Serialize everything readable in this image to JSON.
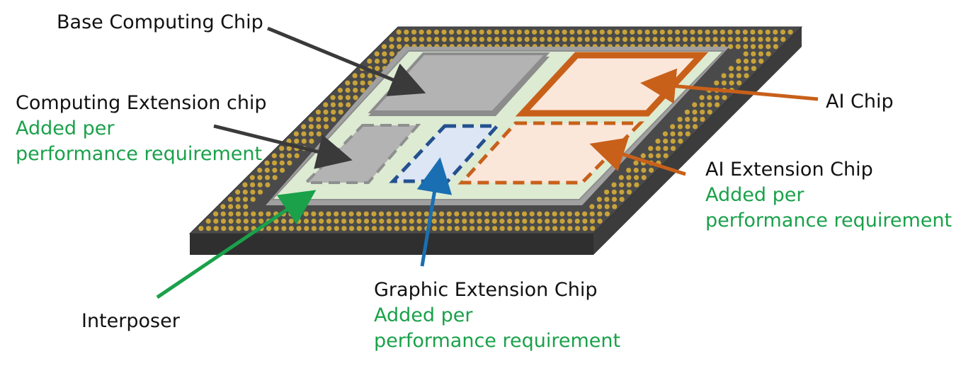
{
  "colors": {
    "package_top": "#4a4a4a",
    "package_front": "#2f2f2f",
    "package_side": "#3c3c3c",
    "solder_ball": "#c8a33a",
    "interposer_frame": "#9b9b9b",
    "interposer_fill": "#dcebd2",
    "base_chip": "#b3b3b3",
    "base_chip_edge": "#8c8c8c",
    "ai_chip_fill": "#fbe6da",
    "ai_chip_edge": "#c8601a",
    "graphic_fill": "#dde6f4",
    "graphic_edge": "#24508f",
    "computing_ext_fill": "#b3b3b3",
    "computing_ext_edge": "#8f8f8f",
    "arrow_dark": "#3a3a3a",
    "arrow_orange": "#c8601a",
    "arrow_blue": "#1a6fb3",
    "arrow_green": "#1aa14a",
    "annotation_green": "#1aa14a"
  },
  "labels": {
    "base_computing_chip": "Base Computing Chip",
    "computing_extension_chip": "Computing Extension chip",
    "computing_extension_note": [
      "Added per",
      "performance requirement"
    ],
    "ai_chip": "AI Chip",
    "ai_extension_chip": "AI Extension Chip",
    "ai_extension_note": [
      "Added per",
      "performance requirement"
    ],
    "graphic_extension_chip": "Graphic Extension Chip",
    "graphic_extension_note": [
      "Added per",
      "performance requirement"
    ],
    "interposer": "Interposer"
  }
}
